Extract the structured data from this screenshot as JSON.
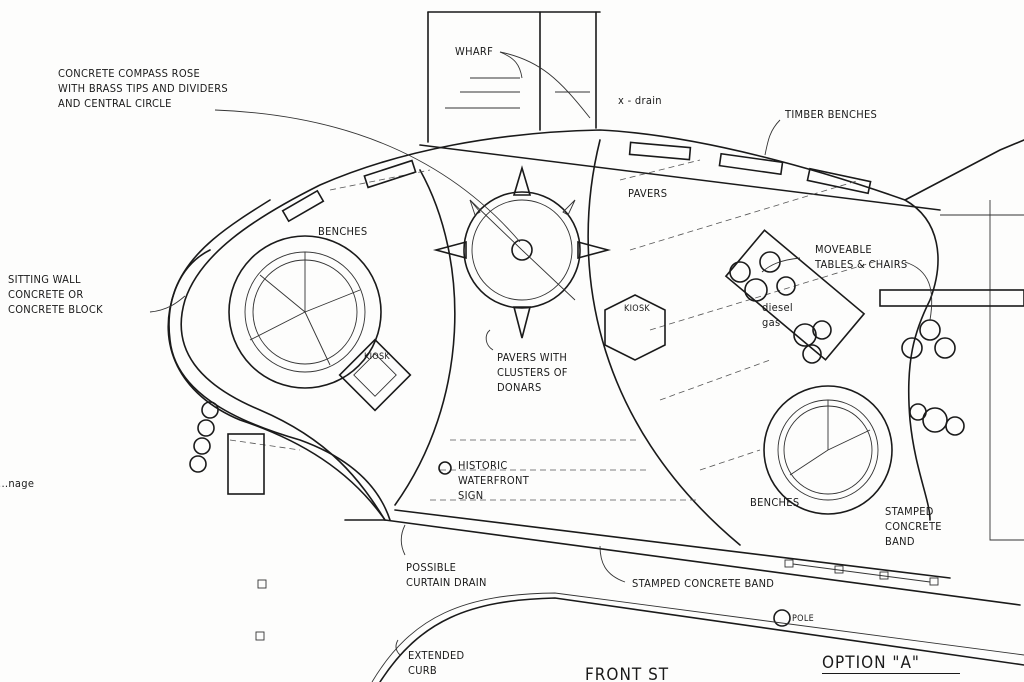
{
  "title": "Option \"A\"",
  "street": "Front St",
  "labels": {
    "compass_rose": [
      "Concrete compass rose",
      "with brass tips and dividers",
      "and central circle"
    ],
    "wharf": "Wharf",
    "drain": "x - drain",
    "timber_benches": "Timber benches",
    "pavers": "Pavers",
    "benches_left": "Benches",
    "sitting_wall": [
      "Sitting wall",
      "concrete or",
      "concrete block"
    ],
    "moveable_tables": [
      "Moveable",
      "tables & chairs"
    ],
    "diesel_gas": [
      "diesel",
      "gas"
    ],
    "kiosk_left": "Kiosk",
    "kiosk_right": "Kiosk",
    "pavers_clusters": [
      "Pavers with",
      "clusters of",
      "donars"
    ],
    "historic_sign": [
      "Historic",
      "waterfront",
      "sign"
    ],
    "benches_right": "Benches",
    "stamped_band_right": [
      "Stamped",
      "concrete",
      "band"
    ],
    "curtain_drain": [
      "Possible",
      "curtain drain"
    ],
    "stamped_band_bottom": "Stamped concrete band",
    "pole": "Pole",
    "extended_curb": [
      "Extended",
      "curb"
    ],
    "signage_partial": "...nage"
  }
}
